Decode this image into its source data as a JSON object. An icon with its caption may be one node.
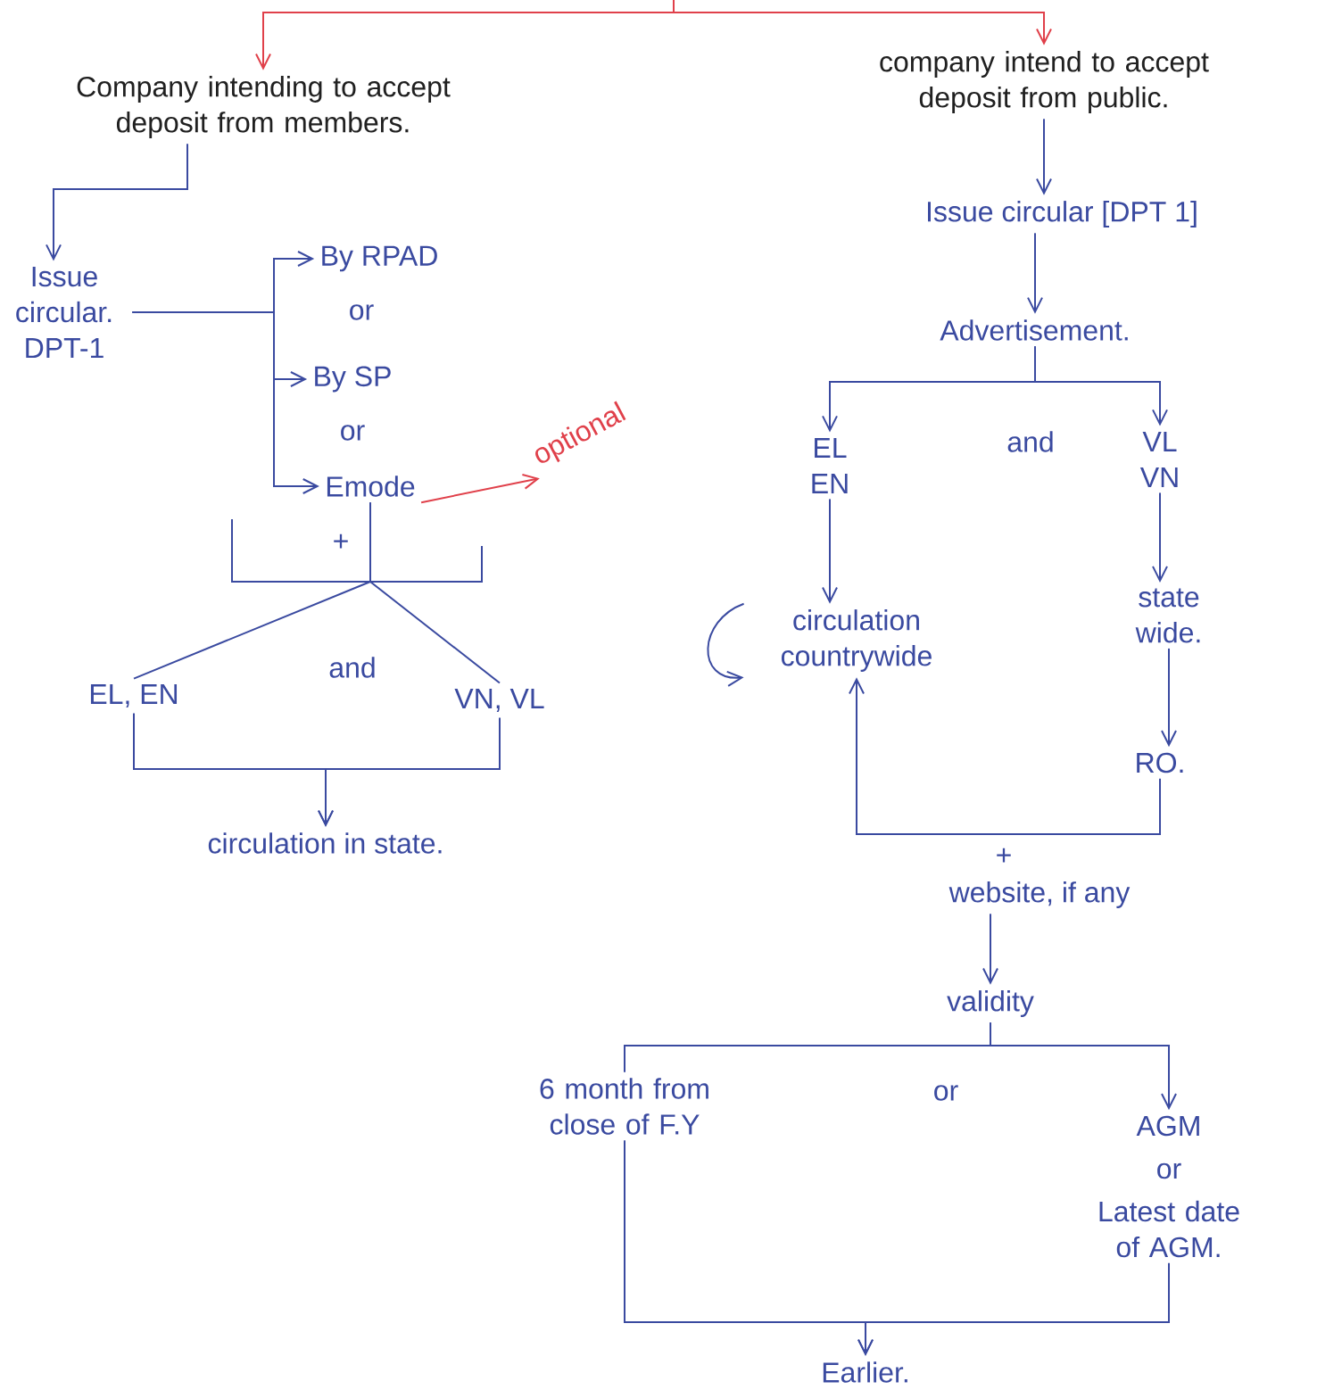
{
  "diagram": {
    "nodes": [
      {
        "text": [
          "Company intending to accept deposit from members."
        ]
      },
      {
        "text": [
          "Issue circular. DPT-1"
        ]
      },
      {
        "text": [
          "By RPAD"
        ]
      },
      {
        "text": [
          "By SP"
        ]
      },
      {
        "text": [
          "Emode"
        ]
      },
      {
        "text": [
          "optional"
        ]
      },
      {
        "text": [
          "EL, EN"
        ]
      },
      {
        "text": [
          "VN, VL"
        ]
      },
      {
        "text": [
          "circulation in state."
        ]
      },
      {
        "text": [
          "company intend to accept deposit from public."
        ]
      },
      {
        "text": [
          "Issue circular [DPT 1]"
        ]
      },
      {
        "text": [
          "Advertisement."
        ]
      },
      {
        "text": [
          "EL EN"
        ]
      },
      {
        "text": [
          "VL VN"
        ]
      },
      {
        "text": [
          "circulation countrywide"
        ]
      },
      {
        "text": [
          "state wide."
        ]
      },
      {
        "text": [
          "RO."
        ]
      },
      {
        "text": [
          "website, if any"
        ]
      },
      {
        "text": [
          "validity"
        ]
      },
      {
        "text": [
          "6 month from close of F.Y"
        ]
      },
      {
        "text": [
          "AGM",
          "or",
          "Latest date of AGM."
        ]
      },
      {
        "text": [
          "Earlier."
        ]
      }
    ],
    "edges": [
      {
        "from": null,
        "to": 0,
        "arrow": "to",
        "color": "#e0404a"
      },
      {
        "from": null,
        "to": 9,
        "arrow": "to",
        "color": "#e0404a"
      },
      {
        "from": 0,
        "to": 1,
        "arrow": "to"
      },
      {
        "from": 1,
        "to": 2,
        "arrow": "to"
      },
      {
        "from": 1,
        "to": 3,
        "arrow": "to"
      },
      {
        "from": 1,
        "to": 4,
        "arrow": "to"
      },
      {
        "from": 4,
        "to": 5,
        "arrow": "to",
        "color": "#e0404a"
      },
      {
        "from": 4,
        "to": 6,
        "arrow": "none"
      },
      {
        "from": 4,
        "to": 7,
        "arrow": "none"
      },
      {
        "from": 6,
        "to": 8,
        "arrow": "to"
      },
      {
        "from": 7,
        "to": 8,
        "arrow": "to"
      },
      {
        "from": 9,
        "to": 10,
        "arrow": "to"
      },
      {
        "from": 10,
        "to": 11,
        "arrow": "to"
      },
      {
        "from": 11,
        "to": 12,
        "arrow": "to"
      },
      {
        "from": 11,
        "to": 13,
        "arrow": "to"
      },
      {
        "from": 12,
        "to": 14,
        "arrow": "to"
      },
      {
        "from": 13,
        "to": 15,
        "arrow": "to"
      },
      {
        "from": 14,
        "to": 14,
        "arrow": "to"
      },
      {
        "from": 15,
        "to": 16,
        "arrow": "to"
      },
      {
        "from": 16,
        "to": 14,
        "arrow": "to"
      },
      {
        "from": 17,
        "to": 18,
        "arrow": "to"
      },
      {
        "from": 18,
        "to": 19,
        "arrow": "none"
      },
      {
        "from": 18,
        "to": 20,
        "arrow": "to"
      },
      {
        "from": 19,
        "to": 21,
        "arrow": "to"
      },
      {
        "from": 20,
        "to": 21,
        "arrow": "to"
      }
    ],
    "labels": [
      "or",
      "or",
      "+",
      "and",
      "and",
      "+",
      "or"
    ]
  }
}
